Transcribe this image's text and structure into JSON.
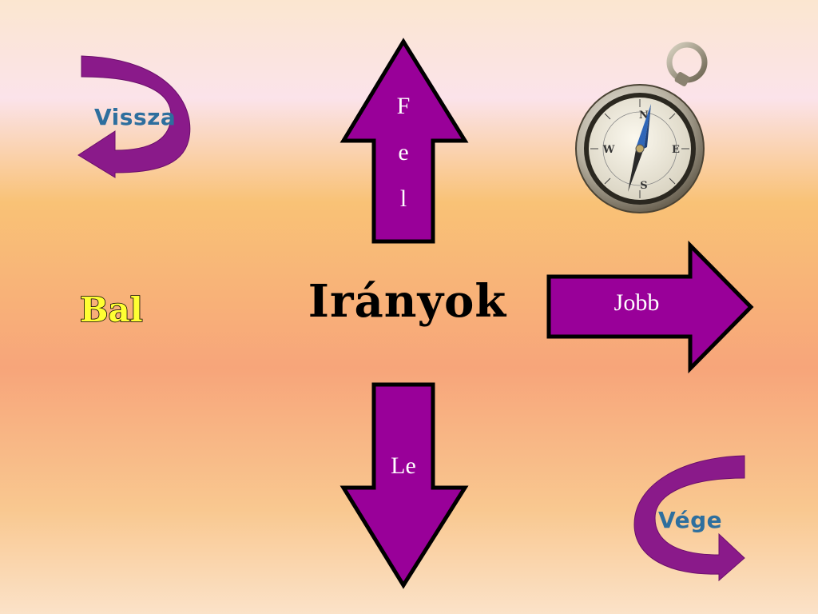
{
  "title": "Irányok",
  "labels": {
    "fel": "Fel",
    "le": "Le",
    "jobb": "Jobb",
    "bal": "Bal",
    "vissza": "Vissza",
    "vege": "Vége"
  },
  "icons": {
    "compass": "compass-icon"
  },
  "colors": {
    "arrow_fill": "#990099",
    "arrow_stroke": "#000000",
    "curved_arrow": "#8a1a8a",
    "bal_text": "#ffff33",
    "link_text": "#2e6f9e",
    "title_text": "#000000",
    "bg_top": "#fde8d8",
    "bg_mid": "#f8a978",
    "bg_bottom": "#fde2c8"
  }
}
